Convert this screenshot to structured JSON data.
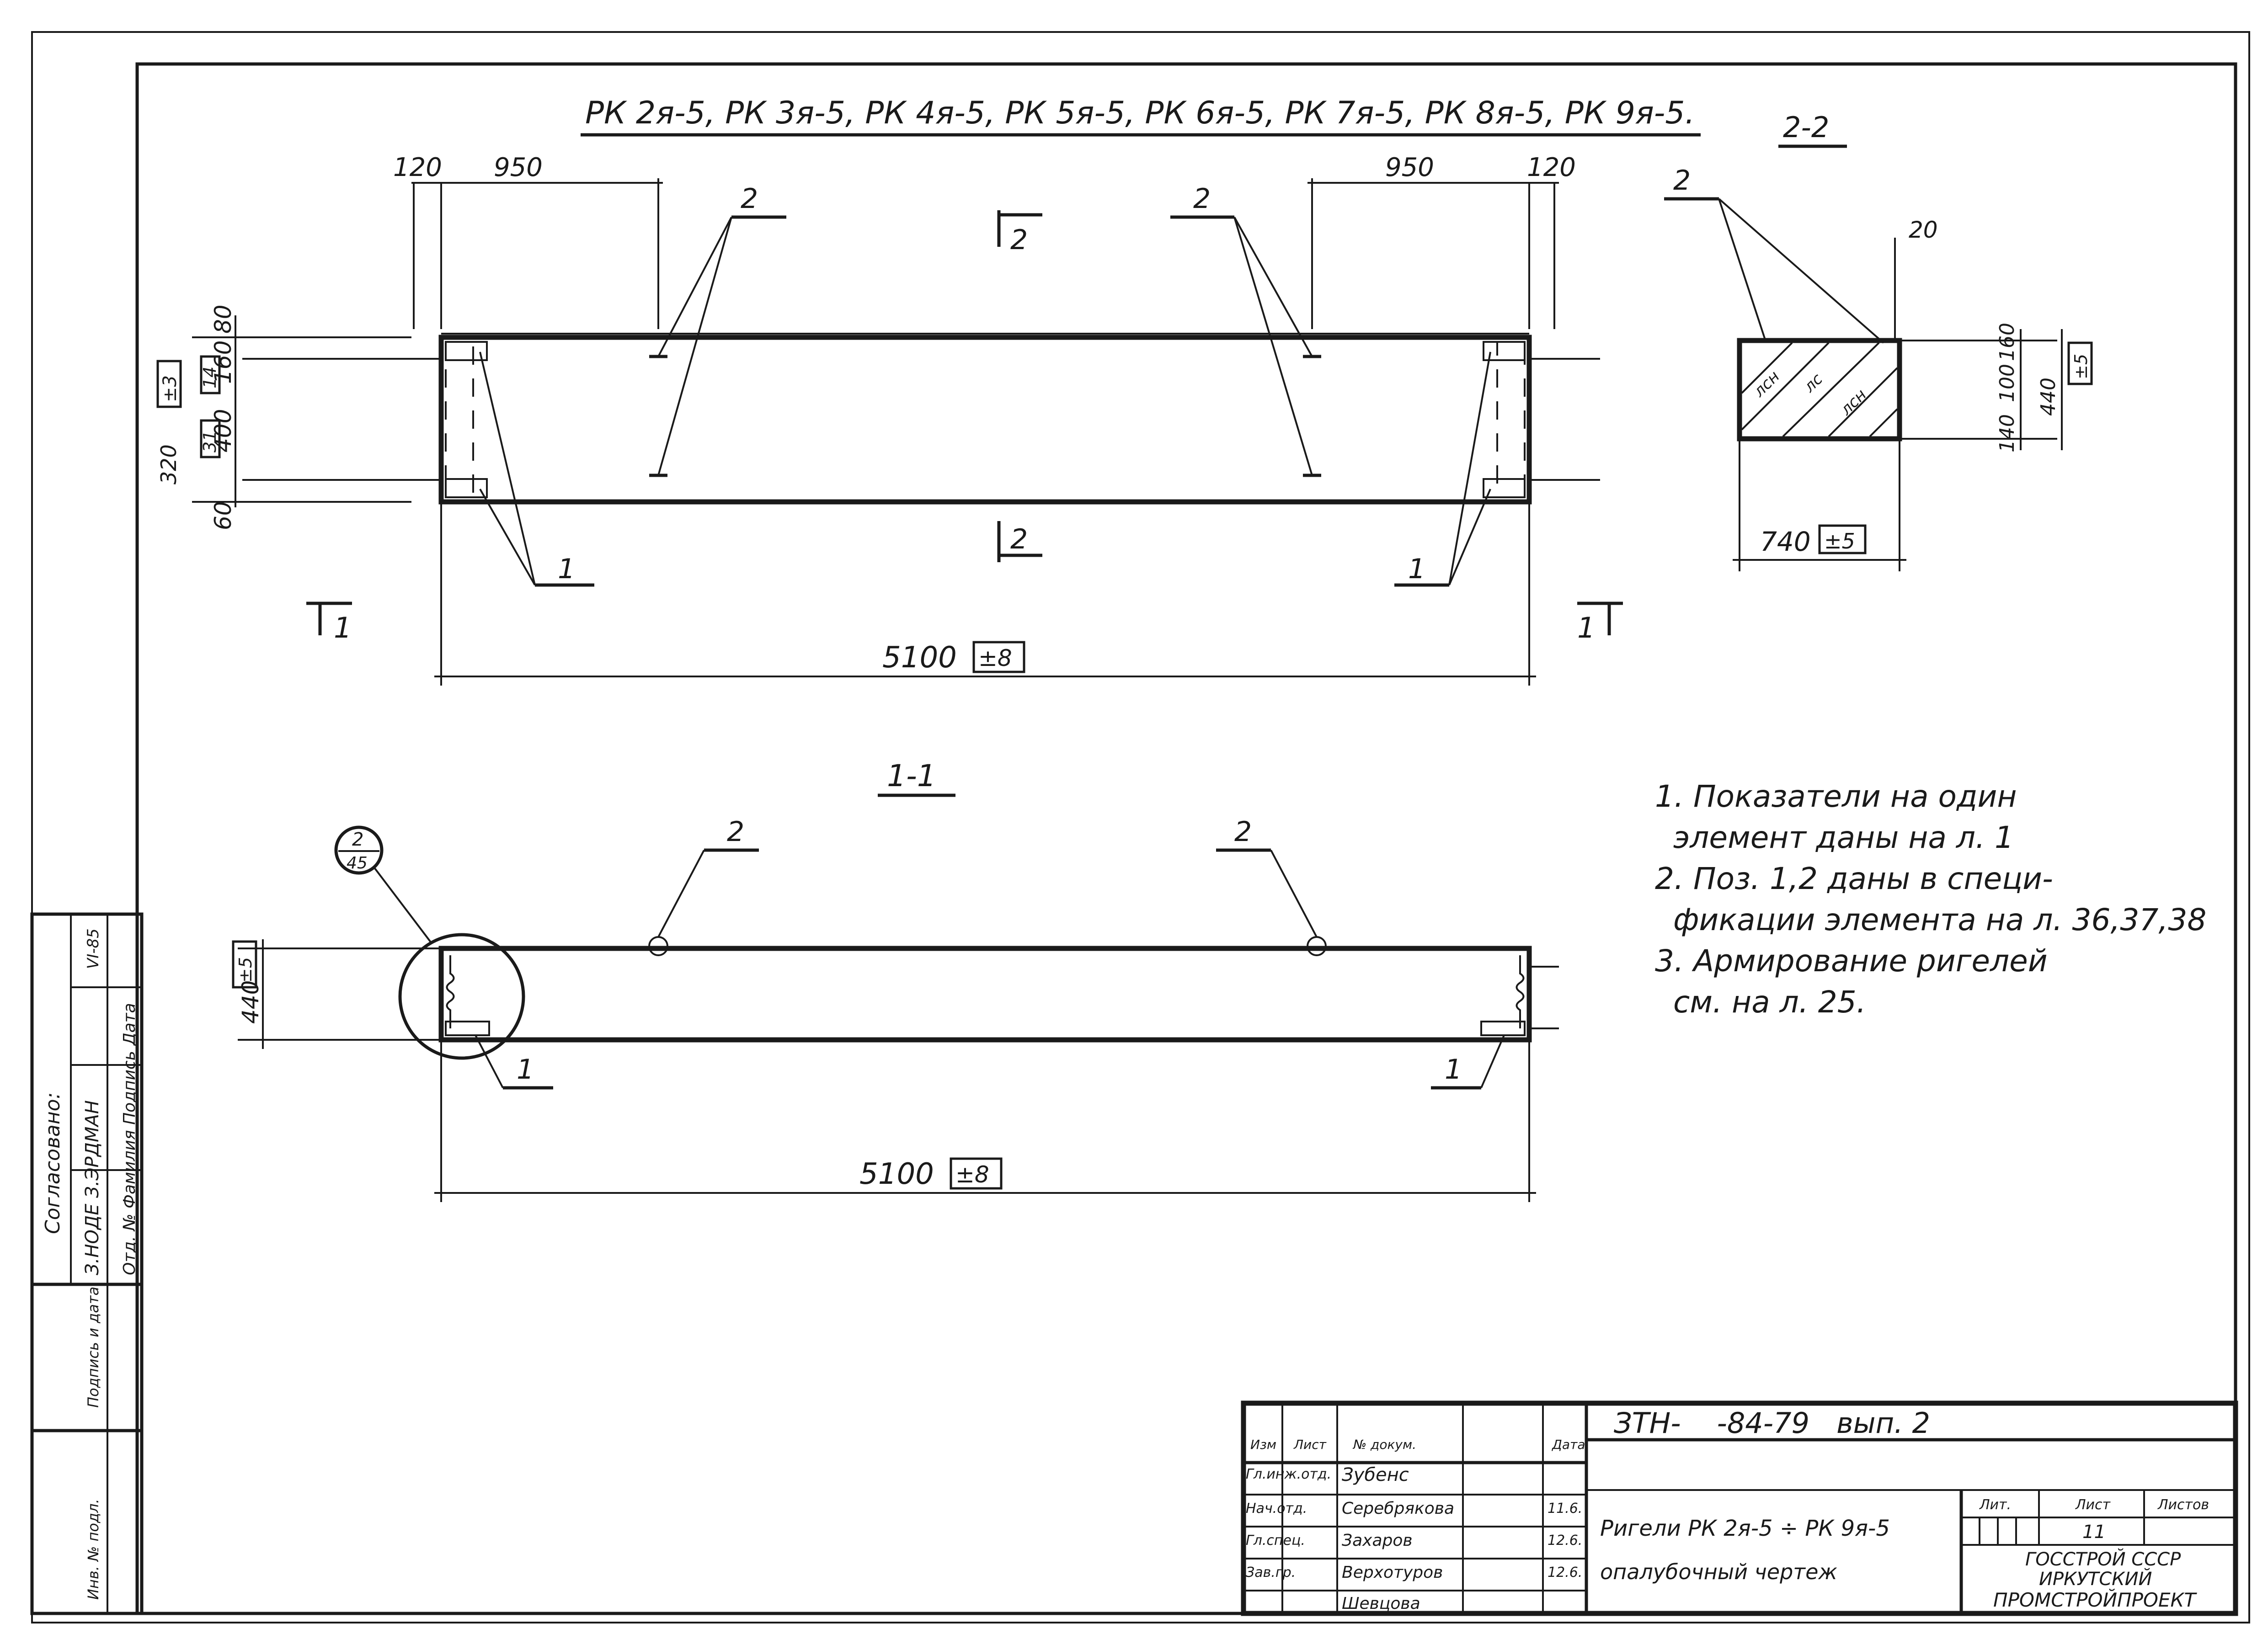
{
  "header": {
    "title": "РК 2я-5, РК 3я-5, РК 4я-5, РК 5я-5, РК 6я-5, РК 7я-5, РК 8я-5, РК 9я-5."
  },
  "section_labels": {
    "cut_1": "1",
    "cut_2": "2",
    "view_1_1": "1-1",
    "view_2_2": "2-2"
  },
  "detail_ref": {
    "top": "2",
    "bottom": "45"
  },
  "dims": {
    "d120": "120",
    "d950": "950",
    "d80": "80",
    "d160": "160",
    "d400": "400",
    "d60": "60",
    "d20": "20",
    "d100": "100",
    "d140": "140",
    "d5100": "5100",
    "tol8": "±8",
    "d440": "440",
    "tol5": "±5",
    "d740": "740",
    "side_320": "320",
    "side_tol": "±3",
    "side_31": "31",
    "side_14": "14"
  },
  "positions": {
    "p1": "1",
    "p2": "2"
  },
  "notes": [
    "1. Показатели на один",
    "элемент даны на л. 1",
    "2. Поз. 1,2 даны в специ-",
    "фикации элемента на л. 36,37,38",
    "3. Армирование ригелей",
    "см. на л. 25."
  ],
  "section_text": {
    "n1": "лсн",
    "n2": "лс",
    "n3": "лсн"
  },
  "stamp": {
    "approval_title": "Согласовано:",
    "approval_dept": "З.НОДЕ  З.ЭРДМАН",
    "approval_date": "VI-85",
    "approval_row2": "Отд. №  Фамилия  Подпись  Дата",
    "sign_date_label": "Подпись и дата",
    "inv_label": "Инв. № подл.",
    "col_izm": "Изм",
    "col_list": "Лист",
    "col_doc": "№ докум.",
    "col_date": "Дата",
    "code": "ЗТН-    -84-79   вып. 2",
    "rows": [
      {
        "role": "Гл.инж.отд.",
        "name": "Зубенс"
      },
      {
        "role": "Нач.отд.",
        "name": "Серебрякова"
      },
      {
        "role": "Гл.спец.",
        "name": "Захаров"
      },
      {
        "role": "Зав.гр.",
        "name": "Верхотуров"
      },
      {
        "role": "",
        "name": "Шевцова"
      }
    ],
    "date_vals": [
      "11.6.",
      "12.6.",
      "12.6."
    ],
    "title_line1": "Ригели РК 2я-5 ÷ РК 9я-5",
    "title_line2": "опалубочный чертеж",
    "lit_label": "Лит.",
    "sheet_label": "Лист",
    "sheets_label": "Листов",
    "sheet_no": "11",
    "org1": "ГОССТРОЙ СССР",
    "org2": "ИРКУТСКИЙ",
    "org3": "ПРОМСТРОЙПРОЕКТ"
  }
}
